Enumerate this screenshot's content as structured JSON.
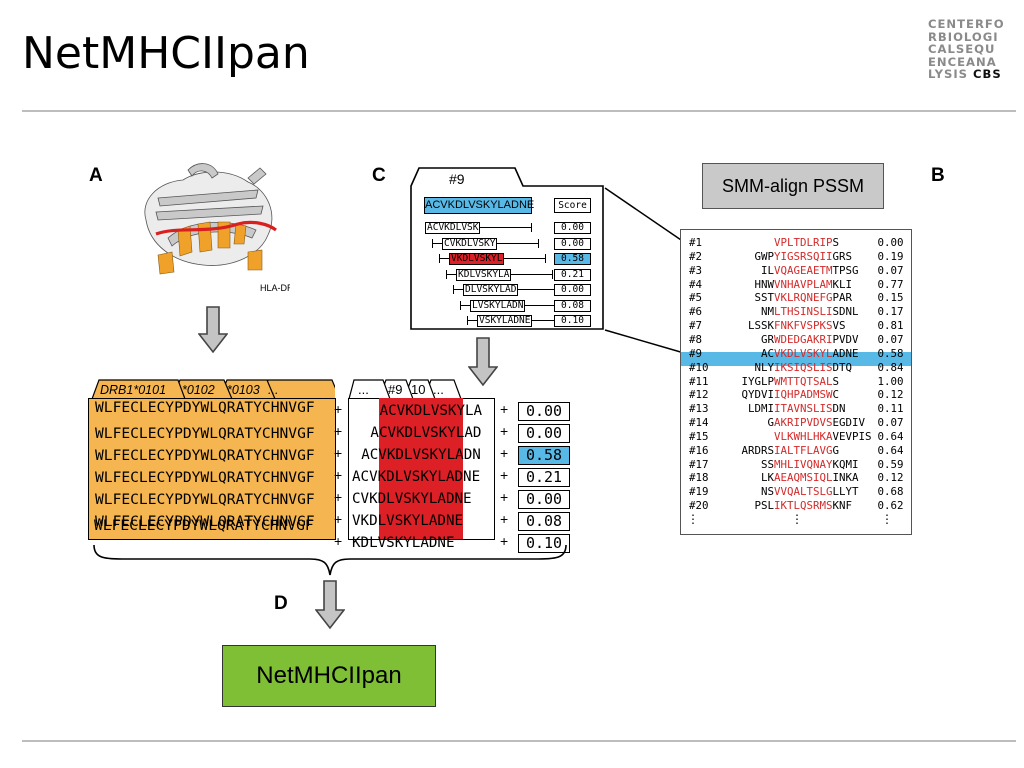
{
  "title": "NetMHCIIpan",
  "logo": {
    "lines": [
      "CENTERFO",
      "RBIOLOGI",
      "CALSEQU",
      "ENCEANA"
    ],
    "last_line": "LYSIS",
    "cbs": "CBS"
  },
  "panel_labels": {
    "a": "A",
    "b": "B",
    "c": "C",
    "d": "D"
  },
  "structure_label": "HLA-DR",
  "allele_tabs": [
    "DRB1*0101",
    "*0102",
    "*0103",
    "..."
  ],
  "pseudo_sequence": "WLFECLECYPDYWLQRATYCHNVGF",
  "window_tabs": [
    "...",
    "#9",
    "10",
    "..."
  ],
  "peptide_rows": [
    {
      "pre": "",
      "core": "ACVKDLVSK",
      "post": "YLA",
      "score": "0.00",
      "highlight": false
    },
    {
      "pre": "A",
      "core": "CVKDLVSKY",
      "post": "LAD",
      "score": "0.00",
      "highlight": false
    },
    {
      "pre": "AC",
      "core": "VKDLVSKYL",
      "post": "ADN",
      "score": "0.58",
      "highlight": true
    },
    {
      "pre": "ACV",
      "core": "KDLVSKYLA",
      "post": "DNE",
      "score": "0.21",
      "highlight": false
    },
    {
      "pre": "CVK",
      "core": "DLVSKYLAD",
      "post": "NE",
      "score": "0.00",
      "highlight": false
    },
    {
      "pre": "VKD",
      "core": "LVSKYLADN",
      "post": "E",
      "score": "0.08",
      "highlight": false
    },
    {
      "pre": "KDL",
      "core": "VSKYLADNE",
      "post": "",
      "score": "0.10",
      "highlight": false
    }
  ],
  "zoom": {
    "tab": "#9",
    "peptide": "ACVKDLVSKYLADNE",
    "score_header": "Score",
    "cores": [
      {
        "core": "ACVKDLVSK",
        "score": "0.00",
        "highlight": false
      },
      {
        "core": "CVKDLVSKY",
        "score": "0.00",
        "highlight": false
      },
      {
        "core": "VKDLVSKYL",
        "score": "0.58",
        "highlight": true
      },
      {
        "core": "KDLVSKYLA",
        "score": "0.21",
        "highlight": false
      },
      {
        "core": "DLVSKYLAD",
        "score": "0.00",
        "highlight": false
      },
      {
        "core": "LVSKYLADN",
        "score": "0.08",
        "highlight": false
      },
      {
        "core": "VSKYLADNE",
        "score": "0.10",
        "highlight": false
      }
    ]
  },
  "smm_label": "SMM-align PSSM",
  "pssm": [
    {
      "id": "#1",
      "pre": "",
      "core": "VPLTDLRIP",
      "post": "S",
      "score": "0.00"
    },
    {
      "id": "#2",
      "pre": "GWP",
      "core": "YIGSRSQII",
      "post": "GRS",
      "score": "0.19"
    },
    {
      "id": "#3",
      "pre": "IL",
      "core": "VQAGEAETM",
      "post": "TPSG",
      "score": "0.07"
    },
    {
      "id": "#4",
      "pre": "HNW",
      "core": "VNHAVPLAM",
      "post": "KLI",
      "score": "0.77"
    },
    {
      "id": "#5",
      "pre": "SST",
      "core": "VKLRQNEFG",
      "post": "PAR",
      "score": "0.15"
    },
    {
      "id": "#6",
      "pre": "NM",
      "core": "LTHSINSLI",
      "post": "SDNL",
      "score": "0.17"
    },
    {
      "id": "#7",
      "pre": "LSSK",
      "core": "FNKFVSPKS",
      "post": "VS",
      "score": "0.81"
    },
    {
      "id": "#8",
      "pre": "GR",
      "core": "WDEDGAKRI",
      "post": "PVDV",
      "score": "0.07"
    },
    {
      "id": "#9",
      "pre": "AC",
      "core": "VKDLVSKYL",
      "post": "ADNE",
      "score": "0.58"
    },
    {
      "id": "#10",
      "pre": "NLY",
      "core": "IKSIQSLIS",
      "post": "DTQ",
      "score": "0.84"
    },
    {
      "id": "#11",
      "pre": "IYGLP",
      "core": "WMTTQTSAL",
      "post": "S",
      "score": "1.00"
    },
    {
      "id": "#12",
      "pre": "QYDVI",
      "core": "IQHPADMSW",
      "post": "C",
      "score": "0.12"
    },
    {
      "id": "#13",
      "pre": "LDMI",
      "core": "ITAVNSLIS",
      "post": "DN",
      "score": "0.11"
    },
    {
      "id": "#14",
      "pre": "G",
      "core": "AKRIPVDVS",
      "post": "EGDIV",
      "score": "0.07"
    },
    {
      "id": "#15",
      "pre": "",
      "core": "VLKWHLHKA",
      "post": "VEVPIS",
      "score": "0.64"
    },
    {
      "id": "#16",
      "pre": "ARDRS",
      "core": "IALTFLAVG",
      "post": "G",
      "score": "0.64"
    },
    {
      "id": "#17",
      "pre": "SS",
      "core": "MHLIVQNAY",
      "post": "KQMI",
      "score": "0.59"
    },
    {
      "id": "#18",
      "pre": "LK",
      "core": "AEAQMSIQL",
      "post": "INKA",
      "score": "0.12"
    },
    {
      "id": "#19",
      "pre": "NS",
      "core": "VVQALTSLG",
      "post": "LLYT",
      "score": "0.68"
    },
    {
      "id": "#20",
      "pre": "PSL",
      "core": "IKTLQSRMS",
      "post": "KNF",
      "score": "0.62"
    }
  ],
  "pssm_ellipsis": "⋮",
  "output_label": "NetMHCIIpan",
  "colors": {
    "orange": "#f5b550",
    "red": "#dd1f26",
    "blue": "#58b9e6",
    "green": "#7fbf35",
    "gray_box": "#c9c9c9",
    "arrow": "#c4c4c4"
  },
  "icons": [
    "down-arrow-icon",
    "curly-brace",
    "protein-structure-image"
  ]
}
